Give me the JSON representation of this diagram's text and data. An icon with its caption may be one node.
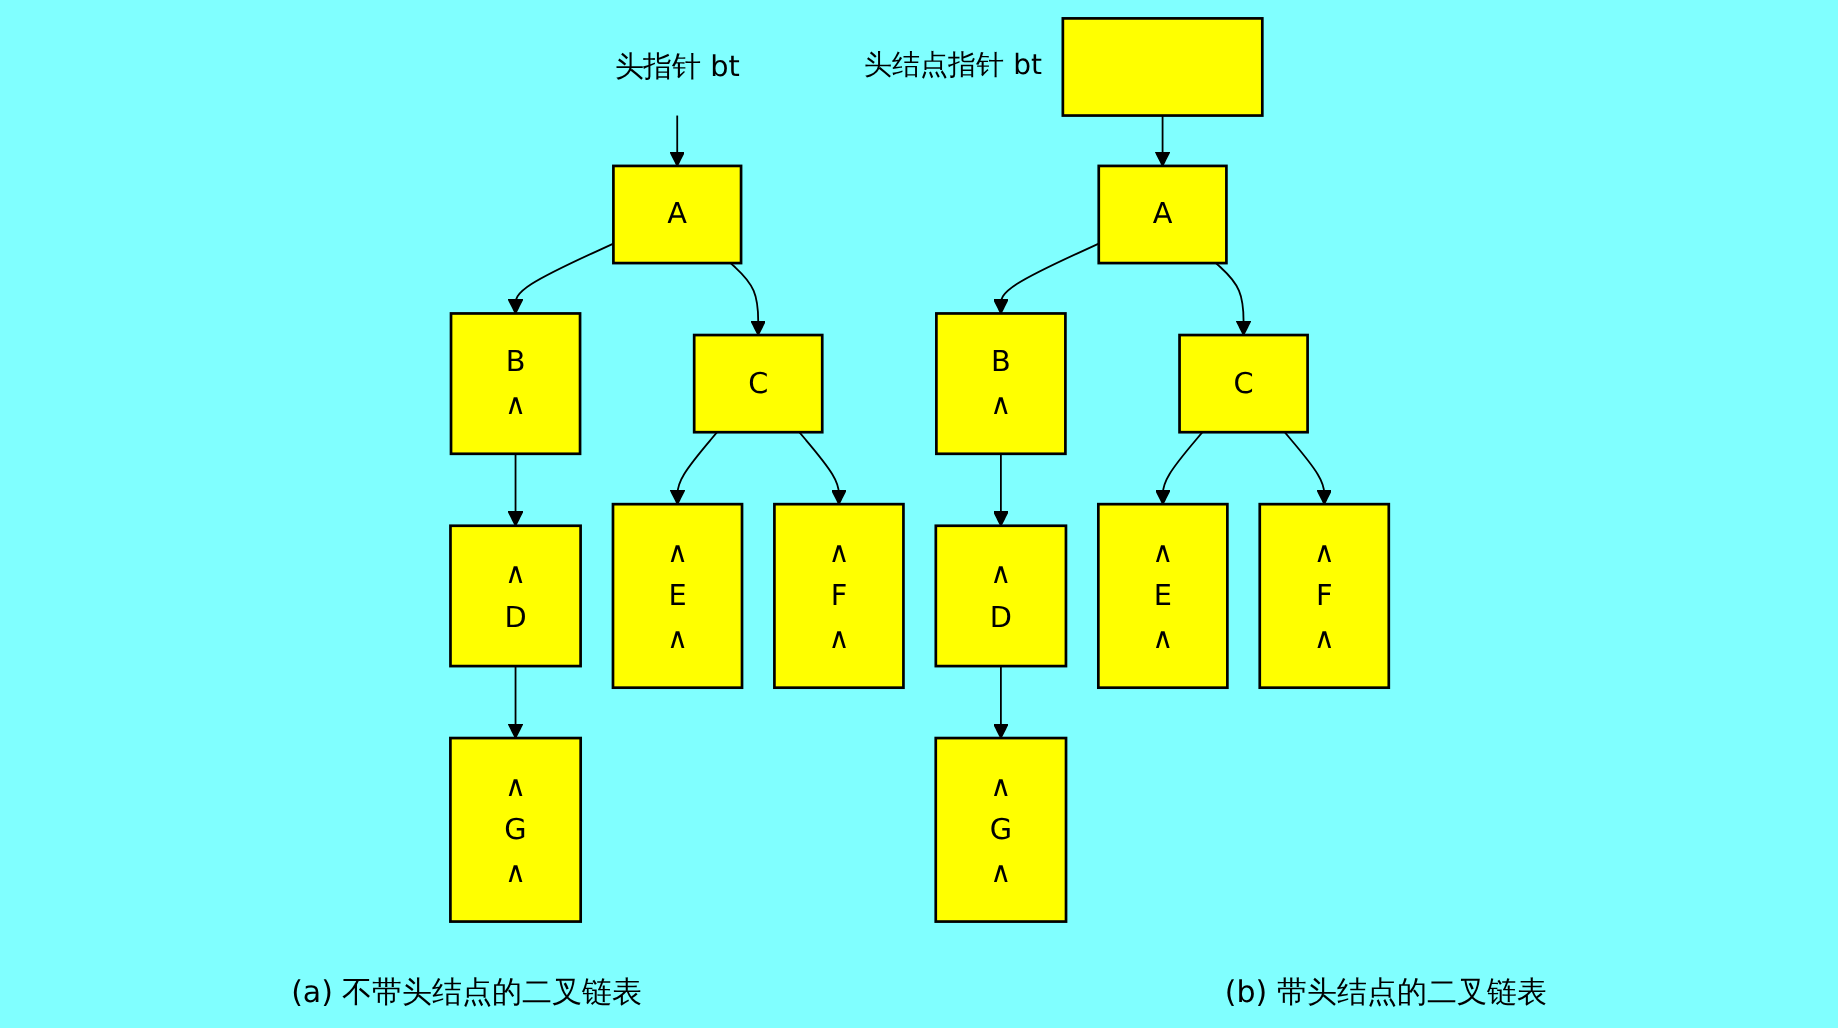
{
  "diagram": {
    "nodes": [
      {
        "text": [
          "头指针 bt"
        ]
      },
      {
        "text": [
          "A"
        ]
      },
      {
        "text": [
          "B",
          "∧"
        ]
      },
      {
        "text": [
          "C"
        ]
      },
      {
        "text": [
          "∧",
          "D"
        ]
      },
      {
        "text": [
          "∧",
          "E",
          "∧"
        ]
      },
      {
        "text": [
          "∧",
          "F",
          "∧"
        ]
      },
      {
        "text": [
          "∧",
          "G",
          "∧"
        ]
      },
      {
        "text": [],
        "shape": "box",
        "beside": [
          "头结点指针 bt"
        ]
      },
      {
        "text": [
          "A"
        ]
      },
      {
        "text": [
          "B",
          "∧"
        ]
      },
      {
        "text": [
          "C"
        ]
      },
      {
        "text": [
          "∧",
          "D"
        ]
      },
      {
        "text": [
          "∧",
          "E",
          "∧"
        ]
      },
      {
        "text": [
          "∧",
          "F",
          "∧"
        ]
      },
      {
        "text": [
          "∧",
          "G",
          "∧"
        ]
      }
    ],
    "edges": [
      {
        "from": 0,
        "to": 1,
        "arrow": "to"
      },
      {
        "from": 1,
        "to": 2,
        "arrow": "to"
      },
      {
        "from": 1,
        "to": 3,
        "arrow": "to"
      },
      {
        "from": 2,
        "to": 4,
        "arrow": "to"
      },
      {
        "from": 4,
        "to": 7,
        "arrow": "to"
      },
      {
        "from": 3,
        "to": 5,
        "arrow": "to"
      },
      {
        "from": 3,
        "to": 6,
        "arrow": "to"
      },
      {
        "from": 8,
        "to": 9,
        "arrow": "to"
      },
      {
        "from": 9,
        "to": 10,
        "arrow": "to"
      },
      {
        "from": 9,
        "to": 11,
        "arrow": "to"
      },
      {
        "from": 10,
        "to": 12,
        "arrow": "to"
      },
      {
        "from": 12,
        "to": 15,
        "arrow": "to"
      },
      {
        "from": 11,
        "to": 13,
        "arrow": "to"
      },
      {
        "from": 11,
        "to": 14,
        "arrow": "to"
      }
    ],
    "labels": [
      "(a) 不带头结点的二叉链表",
      "(b) 带头结点的二叉链表"
    ]
  }
}
